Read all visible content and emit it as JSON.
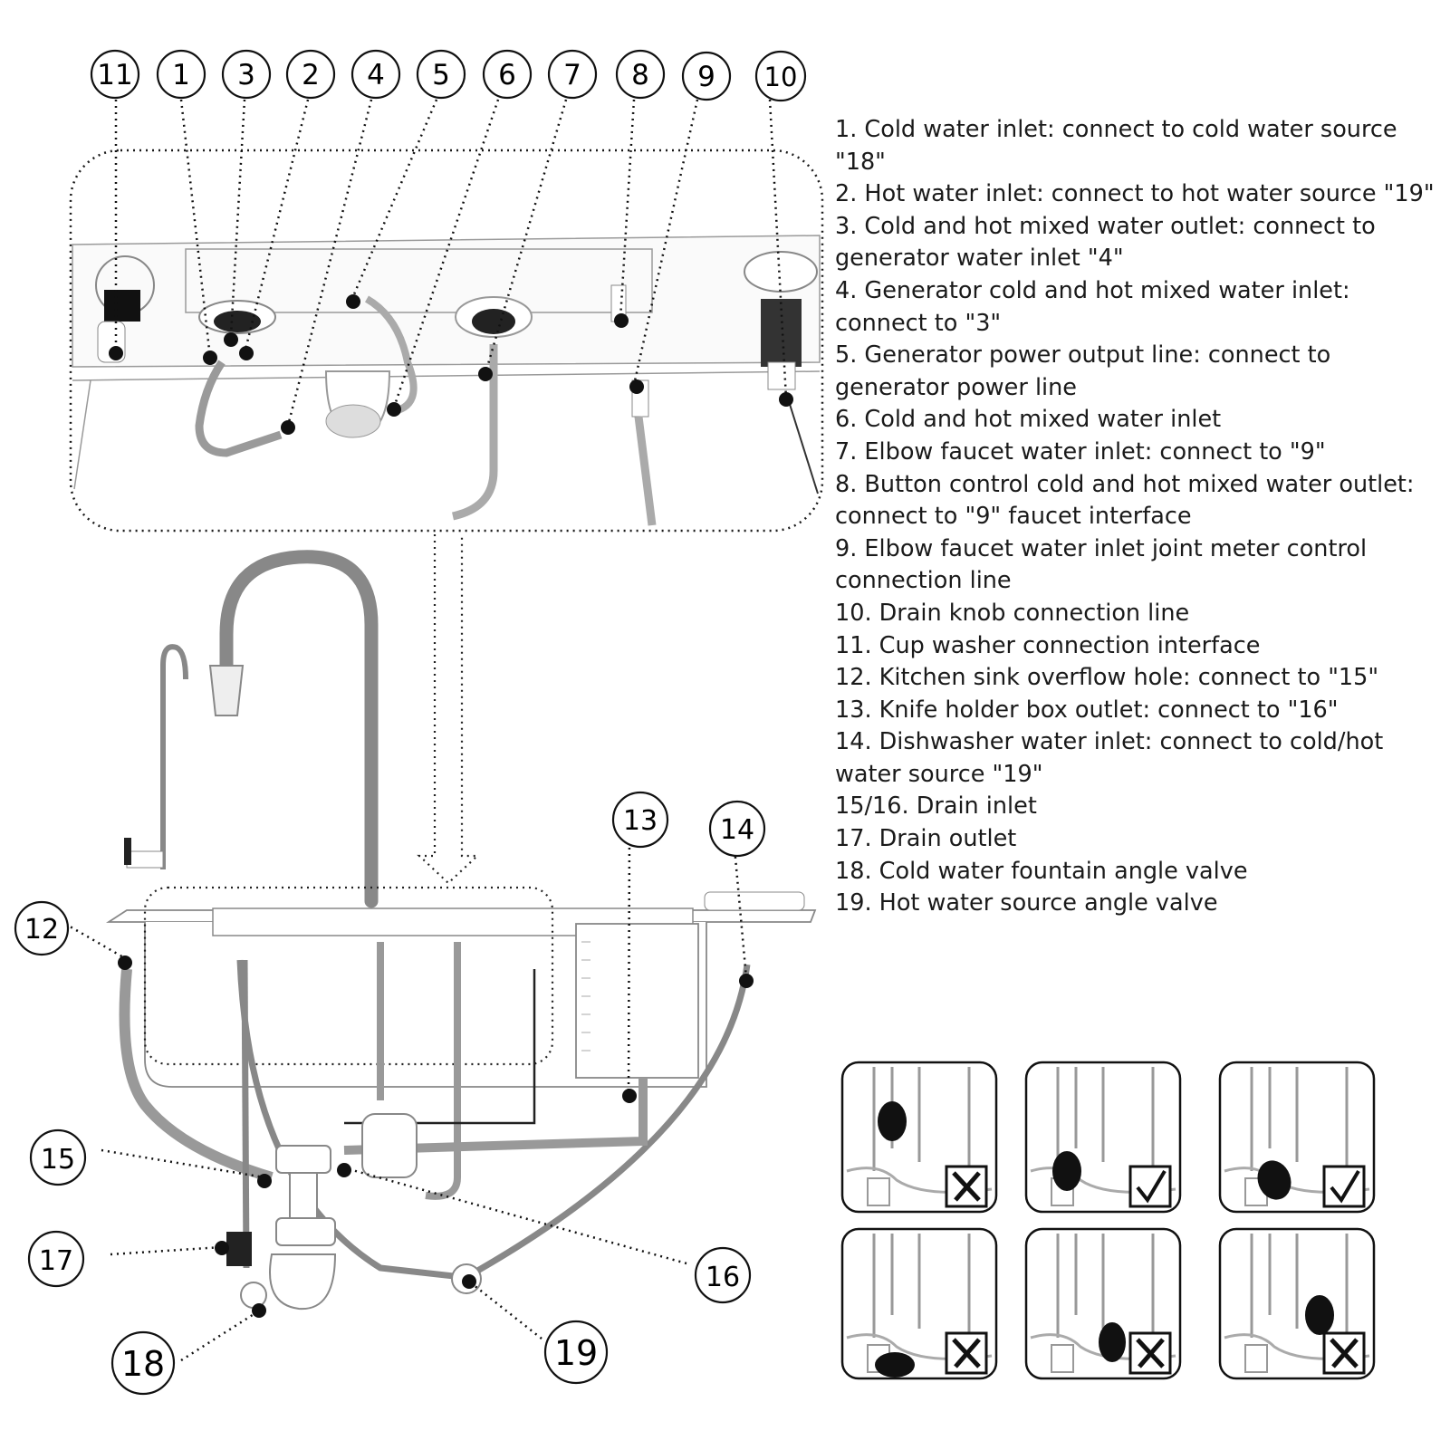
{
  "legend": [
    {
      "text": "1. Cold water inlet: connect to cold water source \"18\""
    },
    {
      "text": "2. Hot water inlet: connect to hot water source \"19\""
    },
    {
      "text": "3. Cold and hot mixed water outlet: connect to generator water inlet \"4\""
    },
    {
      "text": "4. Generator cold and hot mixed water inlet: connect to \"3\""
    },
    {
      "text": "5. Generator power output line: connect to generator power line"
    },
    {
      "text": "6. Cold and hot mixed water inlet"
    },
    {
      "text": "7. Elbow faucet water inlet: connect to \"9\""
    },
    {
      "text": "8. Button control cold and hot mixed water outlet: connect to \"9\" faucet interface"
    },
    {
      "text": "9. Elbow faucet water inlet joint meter control connection line"
    },
    {
      "text": "10. Drain knob connection line"
    },
    {
      "text": "11. Cup washer connection interface"
    },
    {
      "text": "12. Kitchen sink overflow hole: connect to \"15\""
    },
    {
      "text": "13. Knife holder box outlet: connect to \"16\""
    },
    {
      "text": "14. Dishwasher water inlet: connect to cold/hot water source \"19\""
    },
    {
      "text": "15/16. Drain inlet"
    },
    {
      "text": "17. Drain outlet"
    },
    {
      "text": "18. Cold water fountain angle valve"
    },
    {
      "text": "19. Hot water source angle valve"
    }
  ],
  "callouts_top": [
    "11",
    "1",
    "3",
    "2",
    "4",
    "5",
    "6",
    "7",
    "8",
    "9",
    "10"
  ],
  "callouts_bottom": [
    "12",
    "13",
    "14",
    "15",
    "16",
    "17",
    "18",
    "19"
  ],
  "install_examples": [
    {
      "result": "incorrect",
      "icon": "cross-mark-icon"
    },
    {
      "result": "correct",
      "icon": "check-mark-icon"
    },
    {
      "result": "correct",
      "icon": "check-mark-icon"
    },
    {
      "result": "incorrect",
      "icon": "cross-mark-icon"
    },
    {
      "result": "incorrect",
      "icon": "cross-mark-icon"
    },
    {
      "result": "incorrect",
      "icon": "cross-mark-icon"
    }
  ],
  "colors": {
    "line": "#1a1a1a",
    "light_line": "#8a8a8a",
    "background": "#ffffff"
  }
}
